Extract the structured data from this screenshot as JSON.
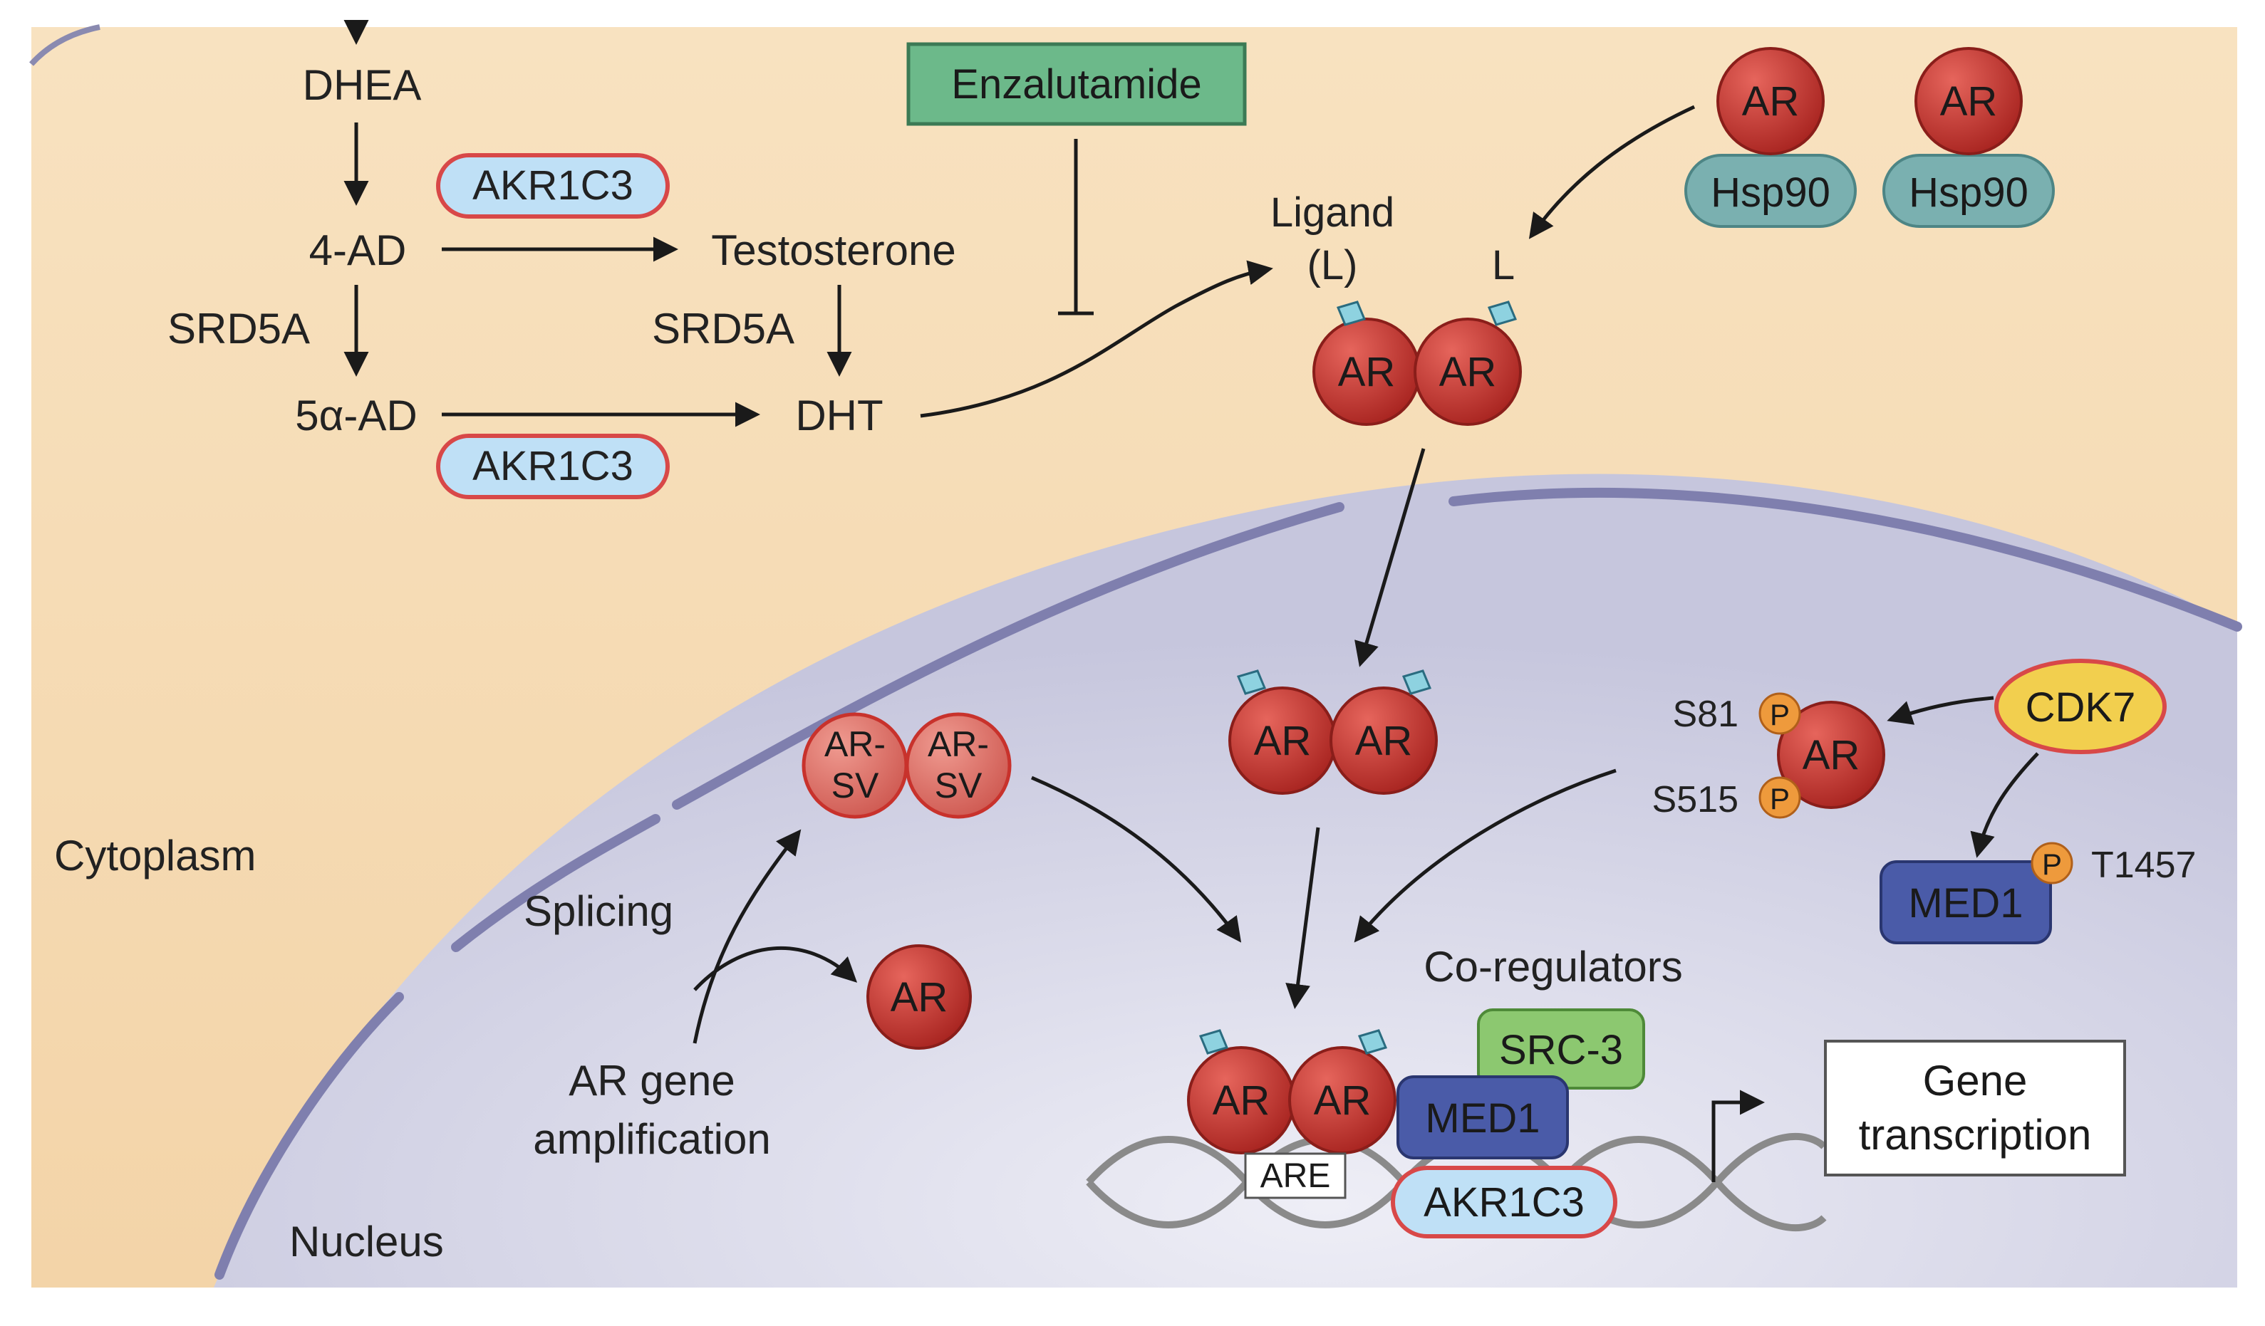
{
  "labels": {
    "dhea": "DHEA",
    "ad4": "4-AD",
    "ad5": "5α-AD",
    "testosterone": "Testosterone",
    "dht": "DHT",
    "srd5a_left": "SRD5A",
    "srd5a_right": "SRD5A",
    "akr1c3": "AKR1C3",
    "enzalutamide": "Enzalutamide",
    "ligand": "Ligand",
    "ligand_l": "(L)",
    "l": "L",
    "ar": "AR",
    "hsp90": "Hsp90",
    "ar_sv_line1": "AR-",
    "ar_sv_line2": "SV",
    "s81": "S81",
    "s515": "S515",
    "p": "P",
    "cdk7": "CDK7",
    "med1": "MED1",
    "t1457": "T1457",
    "cytoplasm": "Cytoplasm",
    "nucleus": "Nucleus",
    "splicing": "Splicing",
    "ar_gene_line1": "AR gene",
    "ar_gene_line2": "amplification",
    "coregulators": "Co-regulators",
    "src3": "SRC-3",
    "are": "ARE",
    "gene_line1": "Gene",
    "gene_line2": "transcription"
  },
  "colors": {
    "cytoplasm": "#f6dcb5",
    "nucleus": "#d2d2e6",
    "membrane": "#8787b4",
    "ar_fill": "#c8322c",
    "hsp90_fill": "#7ab0b0",
    "akr_fill": "#bfe0f6",
    "akr_stroke": "#d84848",
    "enza_fill": "#6cb98a",
    "cdk7_fill": "#f2cf4e",
    "med1_fill": "#4a5ba8",
    "src3_fill": "#8cc870",
    "p_fill": "#ee9a3c"
  }
}
